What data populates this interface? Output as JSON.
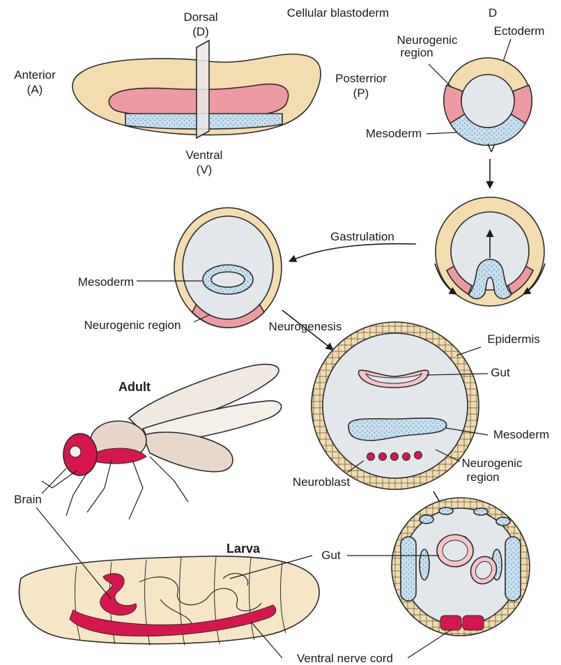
{
  "labels": {
    "dorsal": "Dorsal",
    "dorsal_abbr": "(D)",
    "ventral": "Ventral",
    "ventral_abbr": "(V)",
    "anterior": "Anterior",
    "anterior_abbr": "(A)",
    "posterior": "Posterrior",
    "posterior_abbr": "(P)",
    "cellular_blastoderm": "Cellular blastoderm",
    "d_marker": "D",
    "v_marker": "V",
    "ectoderm": "Ectoderm",
    "neurogenic_region_cs_line1": "Neurogenic",
    "neurogenic_region_cs_line2": "region",
    "mesoderm_cs": "Mesoderm",
    "gastrulation": "Gastrulation",
    "mesoderm_gast": "Mesoderm",
    "neurogenic_region_gast": "Neurogenic region",
    "neurogenesis": "Neurogenesis",
    "epidermis": "Epidermis",
    "gut_neuro": "Gut",
    "mesoderm_neuro": "Mesoderm",
    "neurogenic_region_neuro_line1": "Neurogenic",
    "neurogenic_region_neuro_line2": "region",
    "neuroblast": "Neuroblast",
    "adult": "Adult",
    "brain": "Brain",
    "larva": "Larva",
    "gut_larva": "Gut",
    "ventral_nerve_cord": "Ventral nerve cord"
  },
  "colors": {
    "ectoderm_tan": "#f3dcae",
    "neurogenic_pink": "#ee9aa3",
    "mesoderm_blue": "#c6dff0",
    "interior_gray": "#e3e6ea",
    "neural_red": "#d6174e",
    "body_beige": "#f6e6c6",
    "outline": "#2a2a2a"
  }
}
